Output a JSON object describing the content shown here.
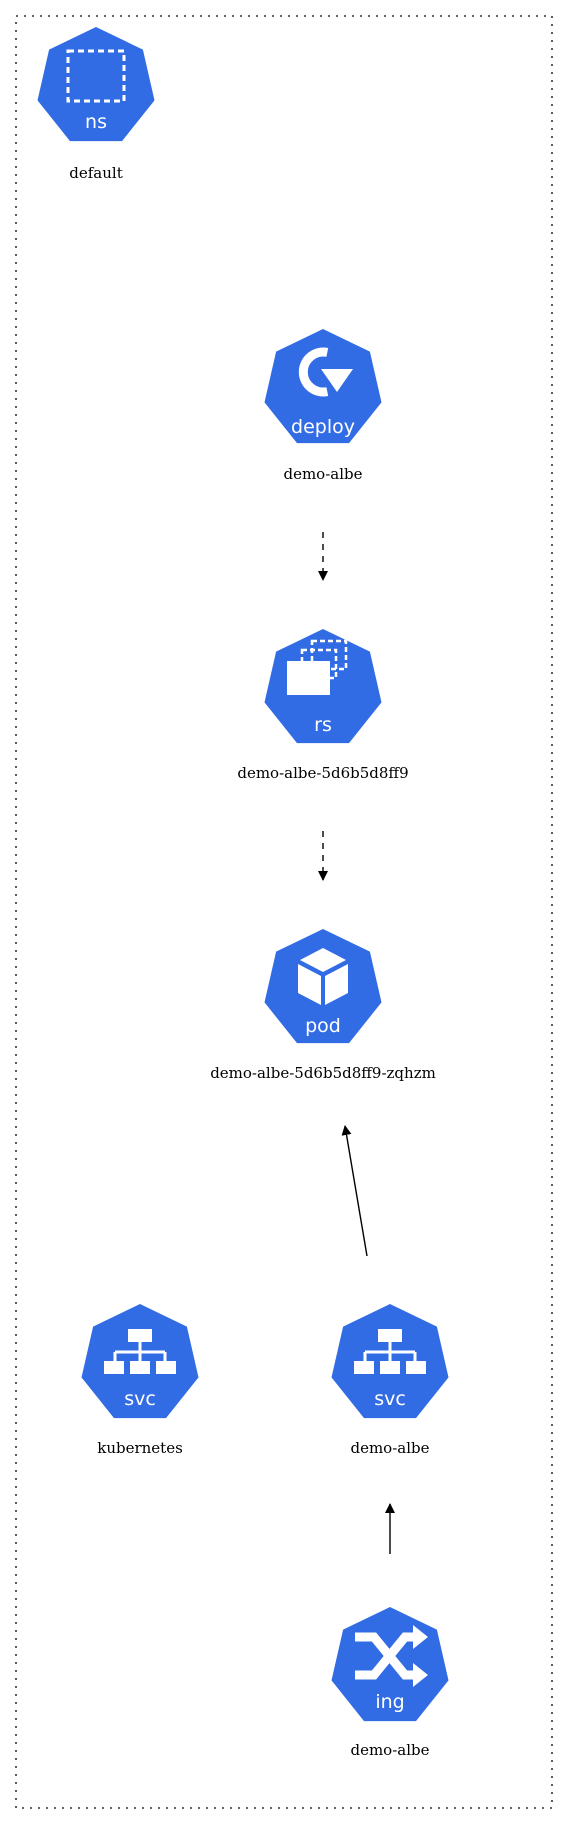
{
  "colors": {
    "k8s_blue": "#326ce5",
    "icon_white": "#ffffff",
    "edge": "#000000",
    "border": "#333333"
  },
  "cluster": {
    "namespace_icon": "ns",
    "namespace_name": "default"
  },
  "nodes": {
    "deploy": {
      "kind": "deploy",
      "name": "demo-albe",
      "icon": "deployment-icon"
    },
    "rs": {
      "kind": "rs",
      "name": "demo-albe-5d6b5d8ff9",
      "icon": "replicaset-icon"
    },
    "pod": {
      "kind": "pod",
      "name": "demo-albe-5d6b5d8ff9-zqhzm",
      "icon": "pod-icon"
    },
    "svc_kubernetes": {
      "kind": "svc",
      "name": "kubernetes",
      "icon": "service-icon"
    },
    "svc_demo": {
      "kind": "svc",
      "name": "demo-albe",
      "icon": "service-icon"
    },
    "ing": {
      "kind": "ing",
      "name": "demo-albe",
      "icon": "ingress-icon"
    }
  },
  "edges": [
    {
      "from": "deploy",
      "to": "rs",
      "style": "dashed"
    },
    {
      "from": "rs",
      "to": "pod",
      "style": "dashed"
    },
    {
      "from": "svc_demo",
      "to": "pod",
      "style": "solid"
    },
    {
      "from": "ing",
      "to": "svc_demo",
      "style": "solid"
    }
  ]
}
